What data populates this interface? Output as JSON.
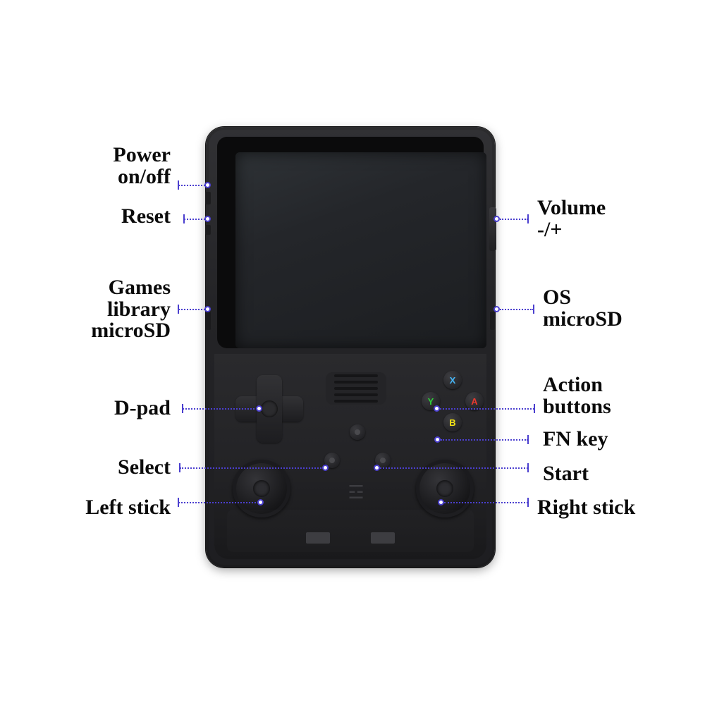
{
  "diagram": {
    "title": "Handheld game console annotated parts diagram",
    "accent_color": "#4b3fcf",
    "device": {
      "body_color": "#232326",
      "screen_color": "#24262a",
      "emblem": "☲"
    },
    "buttons": {
      "x": "X",
      "y": "Y",
      "a": "A",
      "b": "B",
      "x_color": "#46b5f5",
      "y_color": "#2fcf3a",
      "a_color": "#e8392f",
      "b_color": "#f2e215"
    },
    "callouts_left": [
      {
        "id": "power",
        "label": "Power\non/off"
      },
      {
        "id": "reset",
        "label": "Reset"
      },
      {
        "id": "games-library-microsd",
        "label": "Games\nlibrary\nmicroSD"
      },
      {
        "id": "d-pad",
        "label": "D-pad"
      },
      {
        "id": "select",
        "label": "Select"
      },
      {
        "id": "left-stick",
        "label": "Left stick"
      }
    ],
    "callouts_right": [
      {
        "id": "volume",
        "label": "Volume\n-/+"
      },
      {
        "id": "os-microsd",
        "label": "OS\nmicroSD"
      },
      {
        "id": "action-buttons",
        "label": "Action\nbuttons"
      },
      {
        "id": "fn-key",
        "label": "FN key"
      },
      {
        "id": "start",
        "label": "Start"
      },
      {
        "id": "right-stick",
        "label": "Right stick"
      }
    ]
  }
}
